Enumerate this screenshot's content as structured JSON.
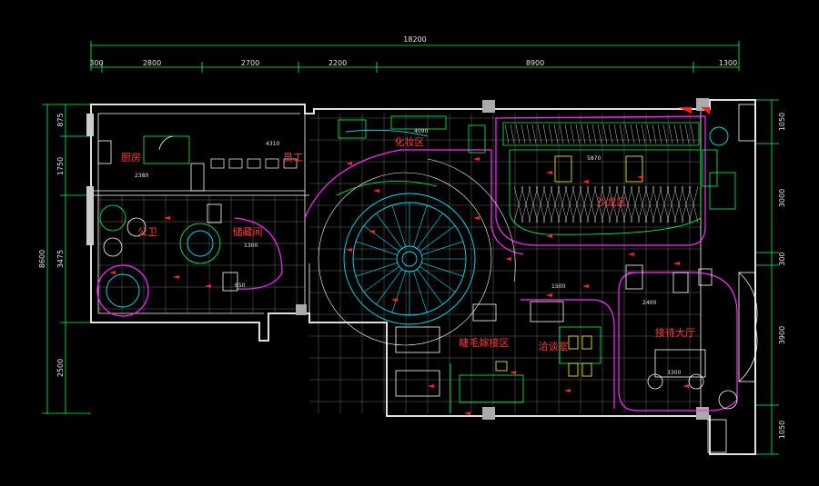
{
  "drawing": {
    "top_dims": {
      "total": "18200",
      "segments": [
        "300",
        "2800",
        "2700",
        "2200",
        "8900",
        "1300"
      ]
    },
    "left_dims": {
      "total": "8600",
      "segments": [
        "875",
        "1750",
        "3475",
        "2500"
      ]
    },
    "right_dims": {
      "segments": [
        "1050",
        "3000",
        "300",
        "3900",
        "1050"
      ]
    },
    "rooms": {
      "kitchen": "厨房",
      "staff": "员工",
      "makeup": "化妆区",
      "salon": "沙龙区",
      "restroom": "公卫",
      "wedding_room": "储藏间",
      "groom": "睫毛嫁接区",
      "consult": "洽谈室",
      "lobby": "接待大厅"
    },
    "annotations": {
      "a4310": "4310",
      "a4090": "4090",
      "a5870": "5870",
      "a3300": "3300",
      "a2380": "2380",
      "a1300": "1300",
      "a850": "850",
      "a1500": "1500",
      "a2400": "2400"
    },
    "colors": {
      "wall": "#e0e0e0",
      "cyan": "#00e5ff",
      "green": "#00ff55",
      "magenta": "#ff2bff",
      "yellow": "#ffff33",
      "red": "#ff2222"
    }
  }
}
